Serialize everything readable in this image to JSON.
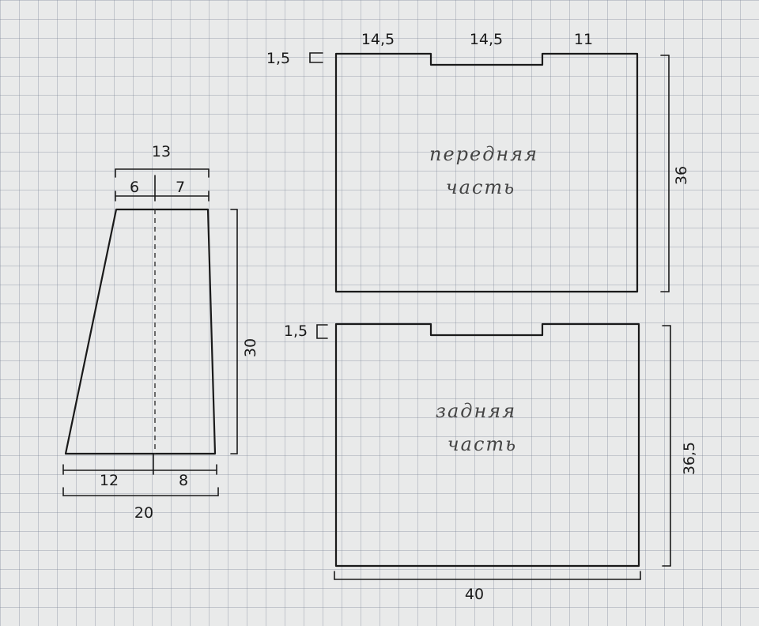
{
  "colors": {
    "paper": "#e9eaea",
    "grid": "#8a94a6",
    "ink": "#1a1a1a"
  },
  "trapezoid": {
    "dims": {
      "top_total": "13",
      "top_left": "6",
      "top_right": "7",
      "height": "30",
      "bottom_left": "12",
      "bottom_right": "8",
      "bottom_total": "20"
    }
  },
  "front_panel": {
    "label_line1": "передняя",
    "label_line2": "часть",
    "dims": {
      "notch": "1,5",
      "top_left": "14,5",
      "top_mid": "14,5",
      "top_right": "11",
      "height": "36"
    }
  },
  "back_panel": {
    "label_line1": "задняя",
    "label_line2": "часть",
    "dims": {
      "notch": "1,5",
      "height": "36,5",
      "width": "40"
    }
  }
}
